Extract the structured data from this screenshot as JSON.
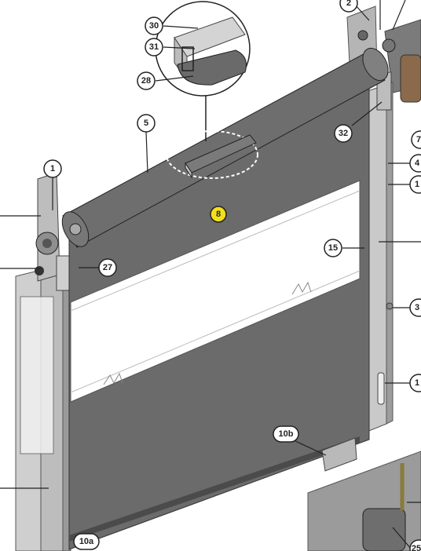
{
  "callouts": {
    "c30": "30",
    "c31": "31",
    "c28": "28",
    "c5": "5",
    "c2": "2",
    "c32": "32",
    "c1": "1",
    "c8": "8",
    "c15": "15",
    "c27": "27",
    "c10b": "10b",
    "c10a": "10a",
    "c4": "4",
    "c3": "3",
    "c7": "7",
    "c1b": "1",
    "c1c": "1",
    "c25": "25"
  },
  "colors": {
    "curtain": "#6b6b6b",
    "curtain_dark": "#5a5a5a",
    "frame": "#c8c8c8",
    "frame_dark": "#9a9a9a",
    "window": "#ffffff",
    "highlight": "#f2e01a",
    "line": "#222222"
  }
}
